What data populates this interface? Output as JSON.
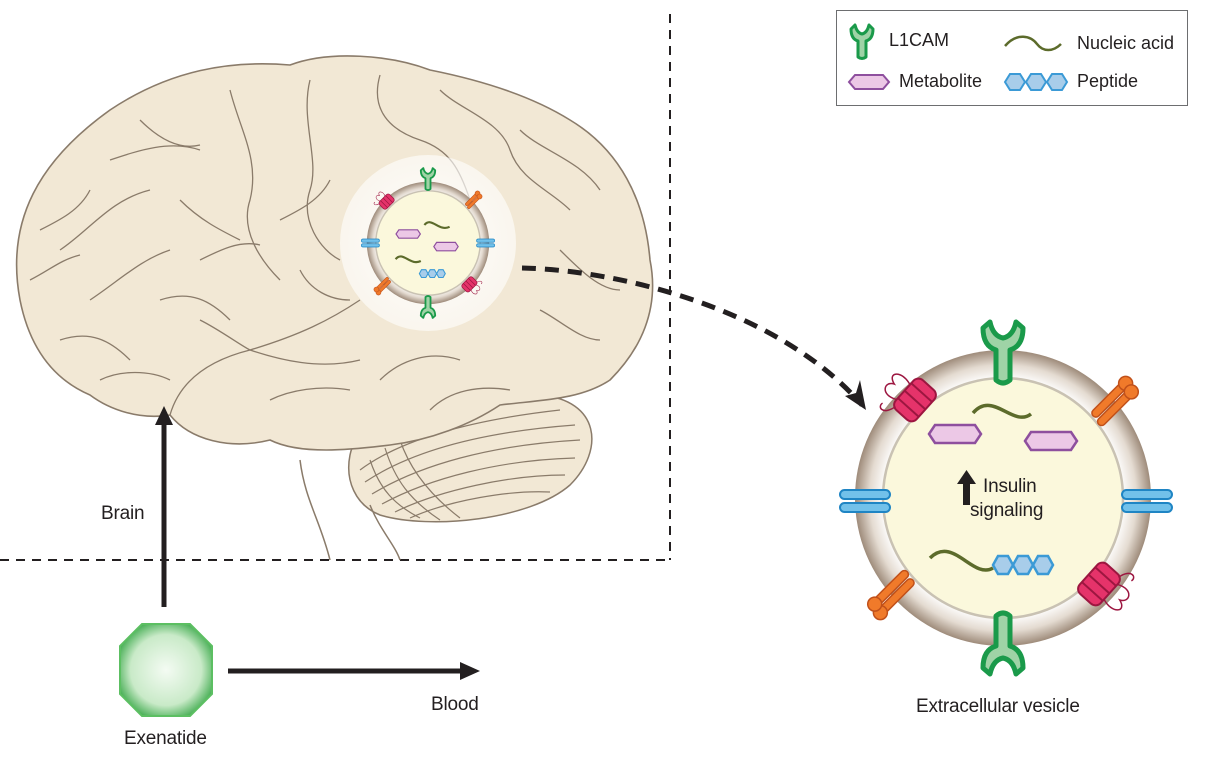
{
  "legend": {
    "items": [
      {
        "label": "L1CAM",
        "icon": "l1cam-receptor-icon",
        "color": "#1a9a4a"
      },
      {
        "label": "Nucleic acid",
        "icon": "nucleic-acid-squiggle-icon",
        "color": "#5c6b2b"
      },
      {
        "label": "Metabolite",
        "icon": "metabolite-hexagon-icon",
        "color": "#8e4f9e"
      },
      {
        "label": "Peptide",
        "icon": "peptide-chain-icon",
        "color": "#3b9ad6"
      }
    ]
  },
  "labels": {
    "brain": "Brain",
    "blood": "Blood",
    "exenatide": "Exenatide",
    "vesicle": "Extracellular vesicle",
    "insulin_line1": "Insulin",
    "insulin_line2": "signaling"
  },
  "colors": {
    "brain_fill": "#f2e8d5",
    "brain_stroke": "#8a7b6a",
    "vesicle_interior": "#fbf8dc",
    "membrane": "#b3a393",
    "exenatide_green": "#3fb24f",
    "arrow": "#231f20"
  }
}
